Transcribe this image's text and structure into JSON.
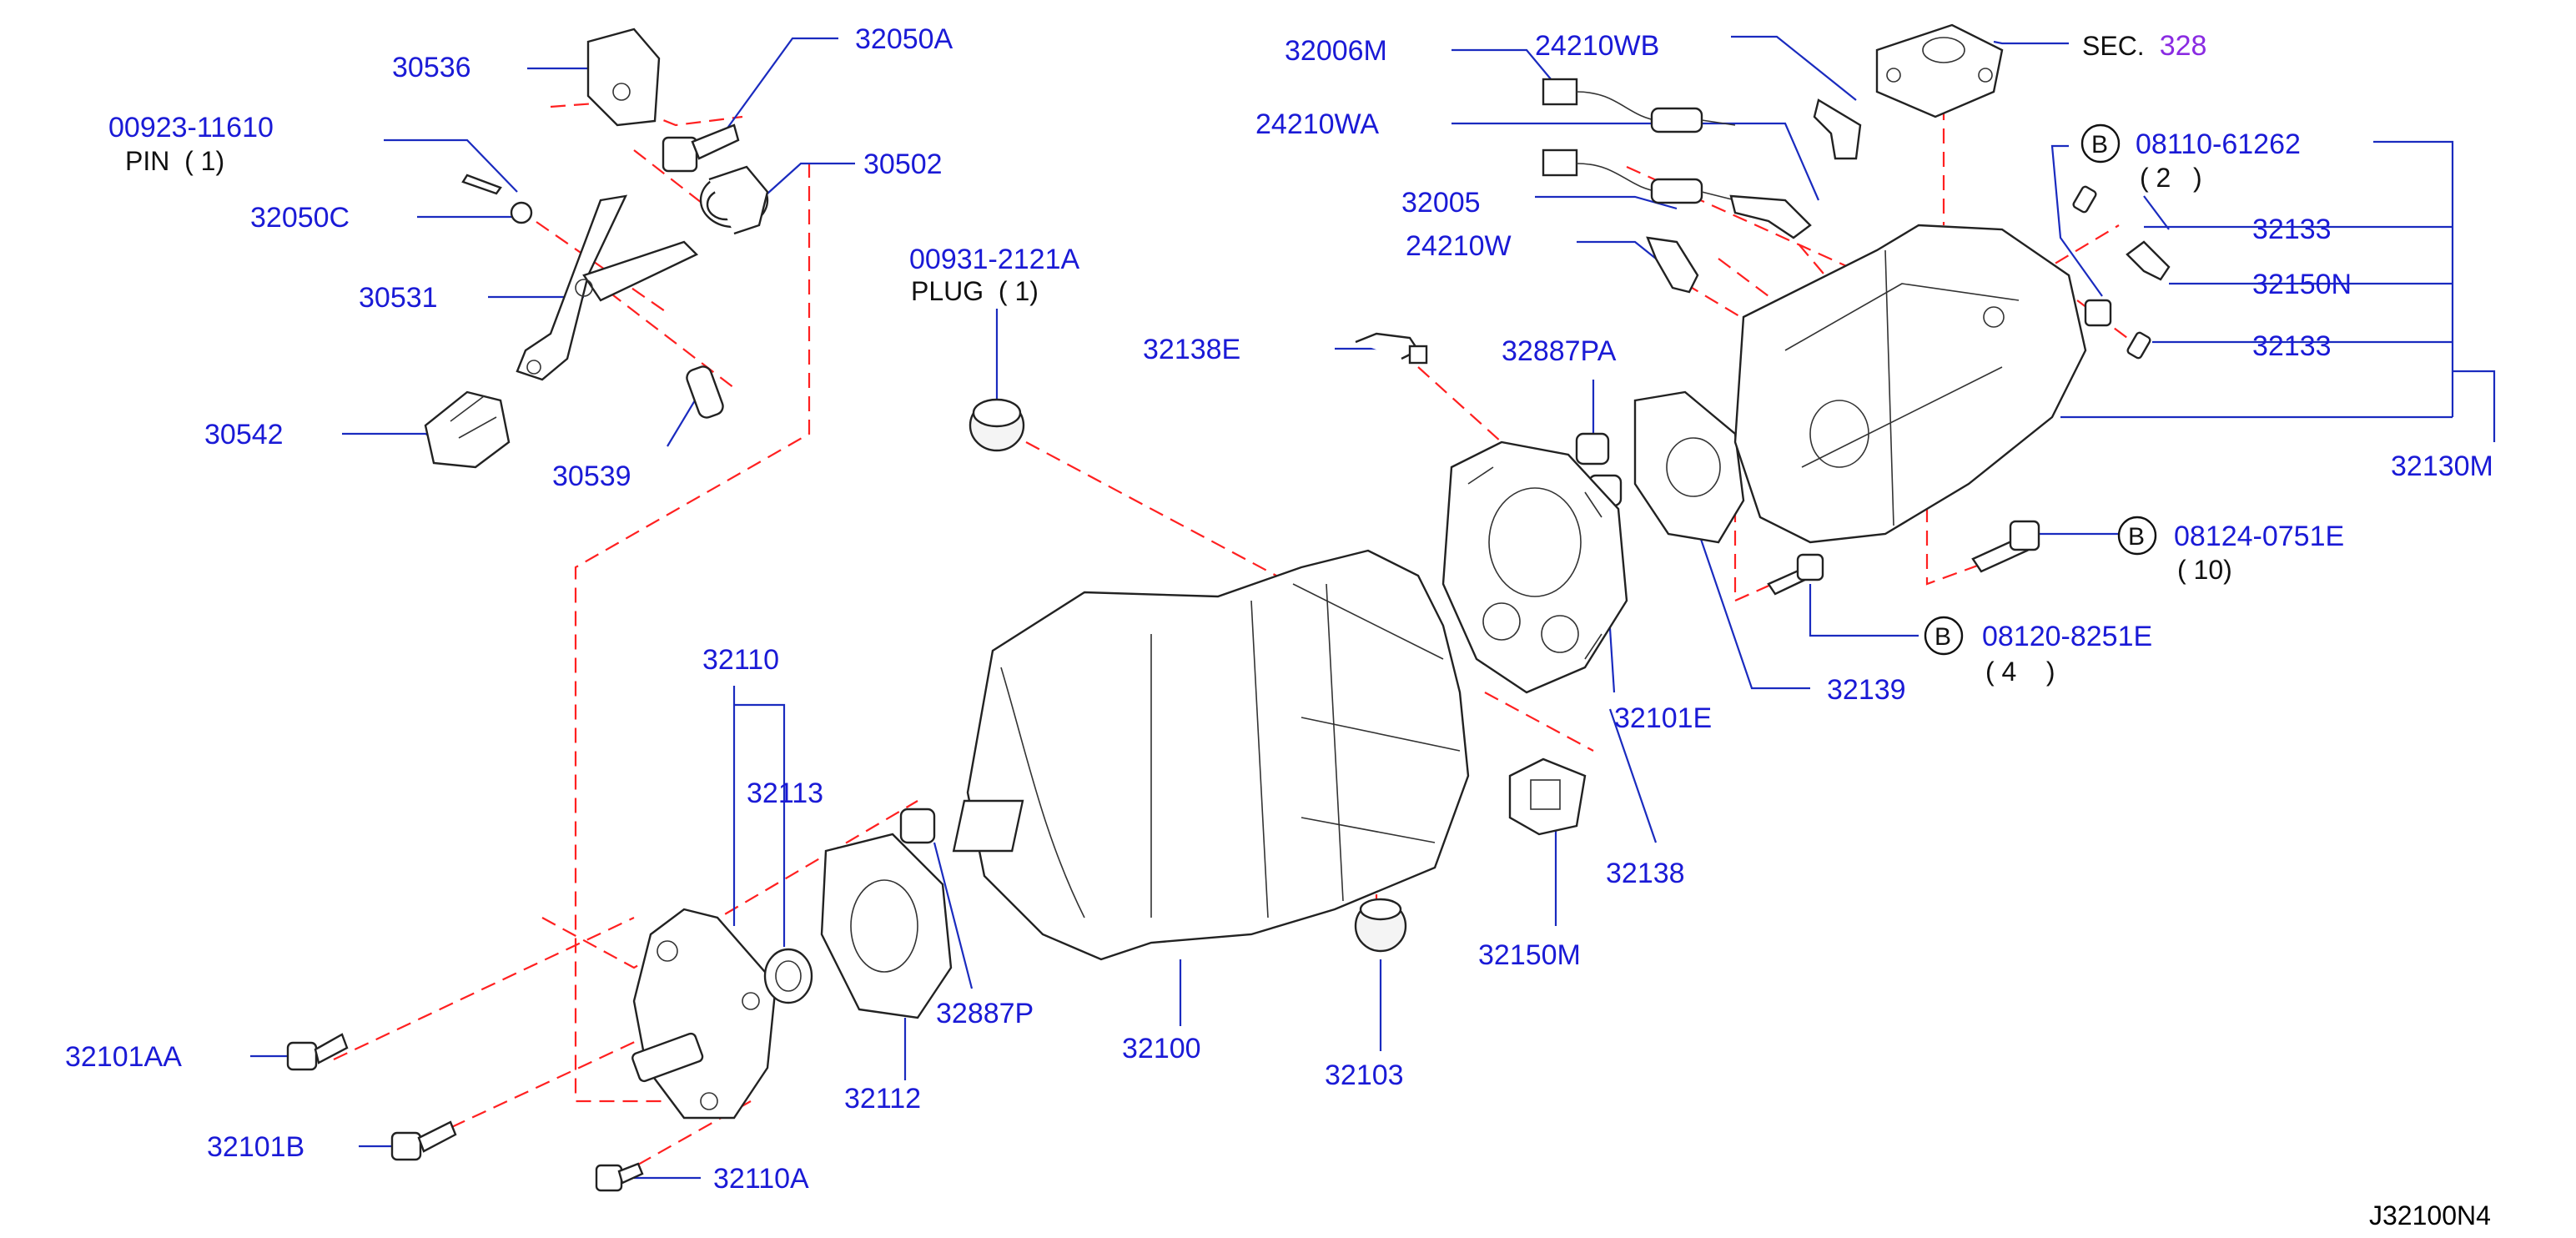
{
  "diagram": {
    "figure_id": "J32100N4",
    "sec_ref": {
      "prefix": "SEC.",
      "number": "328"
    },
    "bolt_marker": "B",
    "parts": {
      "p30536": "30536",
      "p32050A": "32050A",
      "p00923": "00923-11610",
      "p00923_note": "PIN  ( 1)",
      "p30502": "30502",
      "p32050C": "32050C",
      "p30531": "30531",
      "p30542": "30542",
      "p30539": "30539",
      "p00931": "00931-2121A",
      "p00931_note": "PLUG  ( 1)",
      "p32006M": "32006M",
      "p24210WB": "24210WB",
      "p24210WA": "24210WA",
      "p32005": "32005",
      "p24210W": "24210W",
      "p32138E": "32138E",
      "p32887PA": "32887PA",
      "p08110": "08110-61262",
      "p08110_qty": "( 2   )",
      "p32133a": "32133",
      "p32150N": "32150N",
      "p32133b": "32133",
      "p32130M": "32130M",
      "p08124": "08124-0751E",
      "p08124_qty": "( 10)",
      "p08120": "08120-8251E",
      "p08120_qty": "( 4    )",
      "p32139": "32139",
      "p32101E": "32101E",
      "p32138": "32138",
      "p32150M": "32150M",
      "p32110": "32110",
      "p32113": "32113",
      "p32887P": "32887P",
      "p32100": "32100",
      "p32103": "32103",
      "p32112": "32112",
      "p32101AA": "32101AA",
      "p32101B": "32101B",
      "p32110A": "32110A"
    }
  }
}
